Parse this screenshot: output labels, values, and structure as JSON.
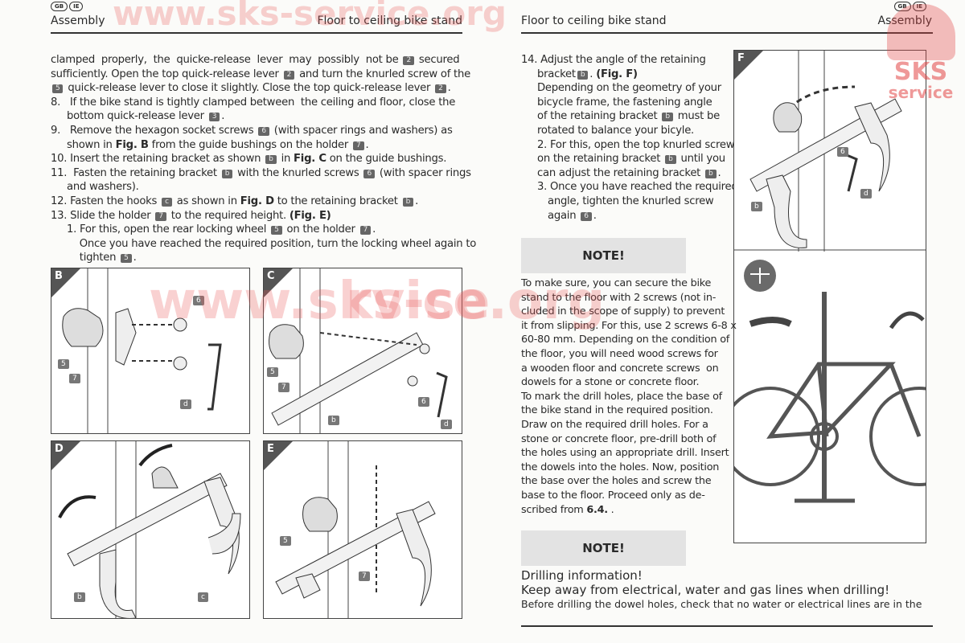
{
  "left": {
    "country_codes": [
      "GB",
      "IE"
    ],
    "section": "Assembly",
    "title": "Floor to ceiling bike stand",
    "lines": [
      {
        "c": "",
        "s": [
          {
            "t": "clamped  properly,  the  quicke-release  lever  may  possibly  not be "
          },
          {
            "b": "2"
          },
          {
            "t": " secured"
          }
        ]
      },
      {
        "c": "",
        "s": [
          {
            "t": "sufficiently. Open the top quick-release lever "
          },
          {
            "b": "2"
          },
          {
            "t": " and turn the knurled screw of the"
          }
        ]
      },
      {
        "c": "",
        "s": [
          {
            "b": "5"
          },
          {
            "t": " quick-release lever to close it slightly. Close the top quick-release lever "
          },
          {
            "b": "2"
          },
          {
            "t": "."
          }
        ]
      },
      {
        "c": "ind1",
        "s": [
          {
            "t": "8.   If the bike stand is tightly clamped between  the ceiling and floor, close the"
          }
        ]
      },
      {
        "c": "ind2",
        "s": [
          {
            "t": "bottom quick-release lever "
          },
          {
            "b": "3"
          },
          {
            "t": "."
          }
        ]
      },
      {
        "c": "ind1",
        "s": [
          {
            "t": "9.   Remove the hexagon socket screws "
          },
          {
            "b": "6"
          },
          {
            "t": " (with spacer rings and washers) as"
          }
        ]
      },
      {
        "c": "ind2",
        "s": [
          {
            "t": "shown in "
          },
          {
            "f": "Fig. B"
          },
          {
            "t": " from the guide bushings on the holder "
          },
          {
            "b": "7"
          },
          {
            "t": "."
          }
        ]
      },
      {
        "c": "ind1",
        "s": [
          {
            "t": "10. Insert the retaining bracket as shown "
          },
          {
            "b": "b"
          },
          {
            "t": " in "
          },
          {
            "f": "Fig. C"
          },
          {
            "t": " on the guide bushings."
          }
        ]
      },
      {
        "c": "ind1",
        "s": [
          {
            "t": "11.  Fasten the retaining bracket "
          },
          {
            "b": "b"
          },
          {
            "t": " with the knurled screws "
          },
          {
            "b": "6"
          },
          {
            "t": " (with spacer rings"
          }
        ]
      },
      {
        "c": "ind2",
        "s": [
          {
            "t": "and washers)."
          }
        ]
      },
      {
        "c": "ind1",
        "s": [
          {
            "t": "12. Fasten the hooks "
          },
          {
            "b": "c"
          },
          {
            "t": " as shown in "
          },
          {
            "f": "Fig. D"
          },
          {
            "t": " to the retaining bracket "
          },
          {
            "b": "b"
          },
          {
            "t": "."
          }
        ]
      },
      {
        "c": "ind1",
        "s": [
          {
            "t": "13. Slide the holder "
          },
          {
            "b": "7"
          },
          {
            "t": " to the required height. "
          },
          {
            "f": "(Fig. E)"
          }
        ]
      },
      {
        "c": "ind2",
        "s": [
          {
            "t": "1. For this, open the rear locking wheel "
          },
          {
            "b": "5"
          },
          {
            "t": " on the holder "
          },
          {
            "b": "7"
          },
          {
            "t": "."
          }
        ]
      },
      {
        "c": "ind2",
        "s": [
          {
            "t": "    Once you have reached the required position, turn the locking wheel again to"
          }
        ]
      },
      {
        "c": "ind2",
        "s": [
          {
            "t": "    tighten "
          },
          {
            "b": "5"
          },
          {
            "t": "."
          }
        ]
      }
    ],
    "figures": {
      "B": {
        "letter": "B",
        "labels": [
          "6",
          "5",
          "7",
          "d"
        ]
      },
      "C": {
        "letter": "C",
        "labels": [
          "5",
          "7",
          "b",
          "6",
          "d"
        ]
      },
      "D": {
        "letter": "D",
        "labels": [
          "b",
          "c"
        ]
      },
      "E": {
        "letter": "E",
        "labels": [
          "5",
          "7"
        ]
      }
    }
  },
  "right": {
    "country_codes": [
      "GB",
      "IE"
    ],
    "section": "Assembly",
    "title": "Floor to ceiling bike stand",
    "lines": [
      {
        "c": "",
        "s": [
          {
            "t": "14. Adjust the angle of the retaining"
          }
        ]
      },
      {
        "c": "ind2x",
        "s": [
          {
            "t": "bracket"
          },
          {
            "b": "b"
          },
          {
            "t": ". "
          },
          {
            "f": "(Fig. F)"
          }
        ]
      },
      {
        "c": "ind2x",
        "s": [
          {
            "t": "Depending on the geometry of your"
          }
        ]
      },
      {
        "c": "ind2x",
        "s": [
          {
            "t": "bicycle frame, the fastening angle"
          }
        ]
      },
      {
        "c": "ind2x",
        "s": [
          {
            "t": "of the retaining bracket "
          },
          {
            "b": "b"
          },
          {
            "t": " must be"
          }
        ]
      },
      {
        "c": "ind2x",
        "s": [
          {
            "t": "rotated to balance your bicyle."
          }
        ]
      },
      {
        "c": "ind2x",
        "s": [
          {
            "t": "2. For this, open the top knurled screw"
          }
        ]
      },
      {
        "c": "ind2x",
        "s": [
          {
            "t": "on the retaining bracket "
          },
          {
            "b": "b"
          },
          {
            "t": " until you"
          }
        ]
      },
      {
        "c": "ind2x",
        "s": [
          {
            "t": "can adjust the retaining bracket "
          },
          {
            "b": "b"
          },
          {
            "t": "."
          }
        ]
      },
      {
        "c": "ind2x",
        "s": [
          {
            "t": "3. Once you have reached the required"
          }
        ]
      },
      {
        "c": "ind3x",
        "s": [
          {
            "t": "angle, tighten the knurled screw"
          }
        ]
      },
      {
        "c": "ind3x",
        "s": [
          {
            "t": "again "
          },
          {
            "b": "6"
          },
          {
            "t": "."
          }
        ]
      }
    ],
    "note1": {
      "heading": "NOTE!",
      "lines": [
        [
          {
            "t": "To make sure, you can secure the bike"
          }
        ],
        [
          {
            "t": "stand to the floor with 2 screws (not in-"
          }
        ],
        [
          {
            "t": "cluded in the scope of supply) to prevent"
          }
        ],
        [
          {
            "t": "it from slipping. For this, use 2 screws 6-8 x"
          }
        ],
        [
          {
            "t": "60-80 mm. Depending on the condition of"
          }
        ],
        [
          {
            "t": "the floor, you will need wood screws for"
          }
        ],
        [
          {
            "t": "a wooden floor and concrete screws  on"
          }
        ],
        [
          {
            "t": "dowels for a stone or concrete floor."
          }
        ],
        [
          {
            "t": "To mark the drill holes, place the base of"
          }
        ],
        [
          {
            "t": "the bike stand in the required position."
          }
        ],
        [
          {
            "t": "Draw on the required drill holes. For a"
          }
        ],
        [
          {
            "t": "stone or concrete floor, pre-drill both of"
          }
        ],
        [
          {
            "t": "the holes using an appropriate drill. Insert"
          }
        ],
        [
          {
            "t": "the dowels into the holes. Now, position"
          }
        ],
        [
          {
            "t": "the base over the holes and screw the"
          }
        ],
        [
          {
            "t": "base to the floor. Proceed only as de-"
          }
        ],
        [
          {
            "t": "scribed from "
          },
          {
            "f": "6.4."
          },
          {
            "t": " ."
          }
        ]
      ]
    },
    "note2": {
      "heading": "NOTE!",
      "title": "Drilling information!",
      "warning": "Keep away from electrical, water and gas lines when drilling!",
      "text": "Before drilling the dowel holes, check that no water or electrical lines are in the"
    },
    "figure_F": {
      "letter": "F",
      "labels": [
        "6",
        "d",
        "b"
      ]
    }
  },
  "watermark": {
    "text": "www.sks-service.org",
    "logo_text": [
      "SKS",
      "service"
    ]
  },
  "colors": {
    "watermark": "#eb5a5a",
    "badge": "#666666",
    "note_bg": "#e3e3e3"
  }
}
